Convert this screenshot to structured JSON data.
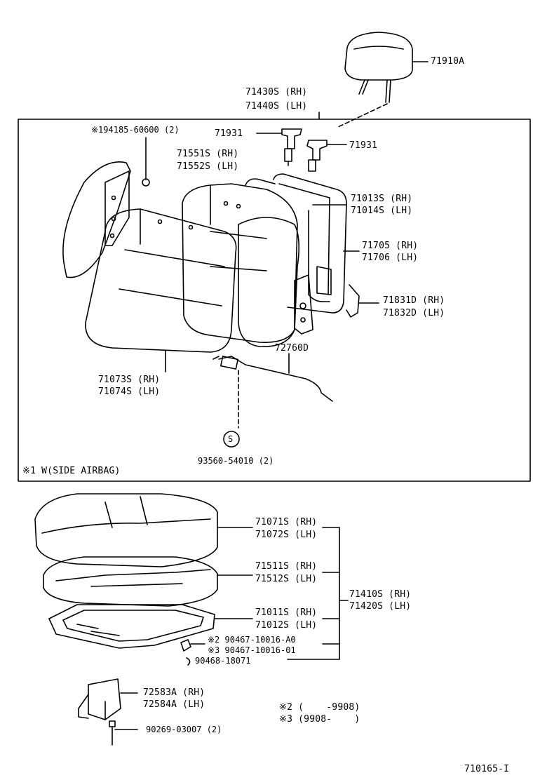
{
  "parts": {
    "headrest": "71910A",
    "frame_top_rh": "71430S (RH)",
    "frame_top_lh": "71440S (LH)",
    "side_airbag_bolt": "※194185-60600 (2)",
    "guide_left": "71931",
    "guide_right": "71931",
    "back_pad_rh": "71551S (RH)",
    "back_pad_lh": "71552S (LH)",
    "back_frame_rh": "71013S (RH)",
    "back_frame_lh": "71014S (LH)",
    "spring_rh": "71705 (RH)",
    "spring_lh": "71706 (LH)",
    "hinge_cover_rh": "71831D (RH)",
    "hinge_cover_lh": "71832D (LH)",
    "lumbar_cable": "72760D",
    "back_cover_rh": "71073S (RH)",
    "back_cover_lh": "71074S (LH)",
    "s_symbol": "S",
    "screw": "93560-54010 (2)",
    "airbag_note": "※1 W(SIDE AIRBAG)",
    "cushion_cover_rh": "71071S (RH)",
    "cushion_cover_lh": "71072S (LH)",
    "cushion_pad_rh": "71511S (RH)",
    "cushion_pad_lh": "71512S (LH)",
    "cushion_frame_rh": "71011S (RH)",
    "cushion_frame_lh": "71012S (LH)",
    "cushion_assy_rh": "71410S (RH)",
    "cushion_assy_lh": "71420S (LH)",
    "clip_2": "※2 90467-10016-A0",
    "clip_3": "※3 90467-10016-01",
    "hog_ring": "90468-18071",
    "cover_rh": "72583A (RH)",
    "cover_lh": "72584A (LH)",
    "bolt": "90269-03007 (2)",
    "note_2": "※2 (    -9908)",
    "note_3": "※3 (9908-    )",
    "figure_id": "710165-I"
  }
}
